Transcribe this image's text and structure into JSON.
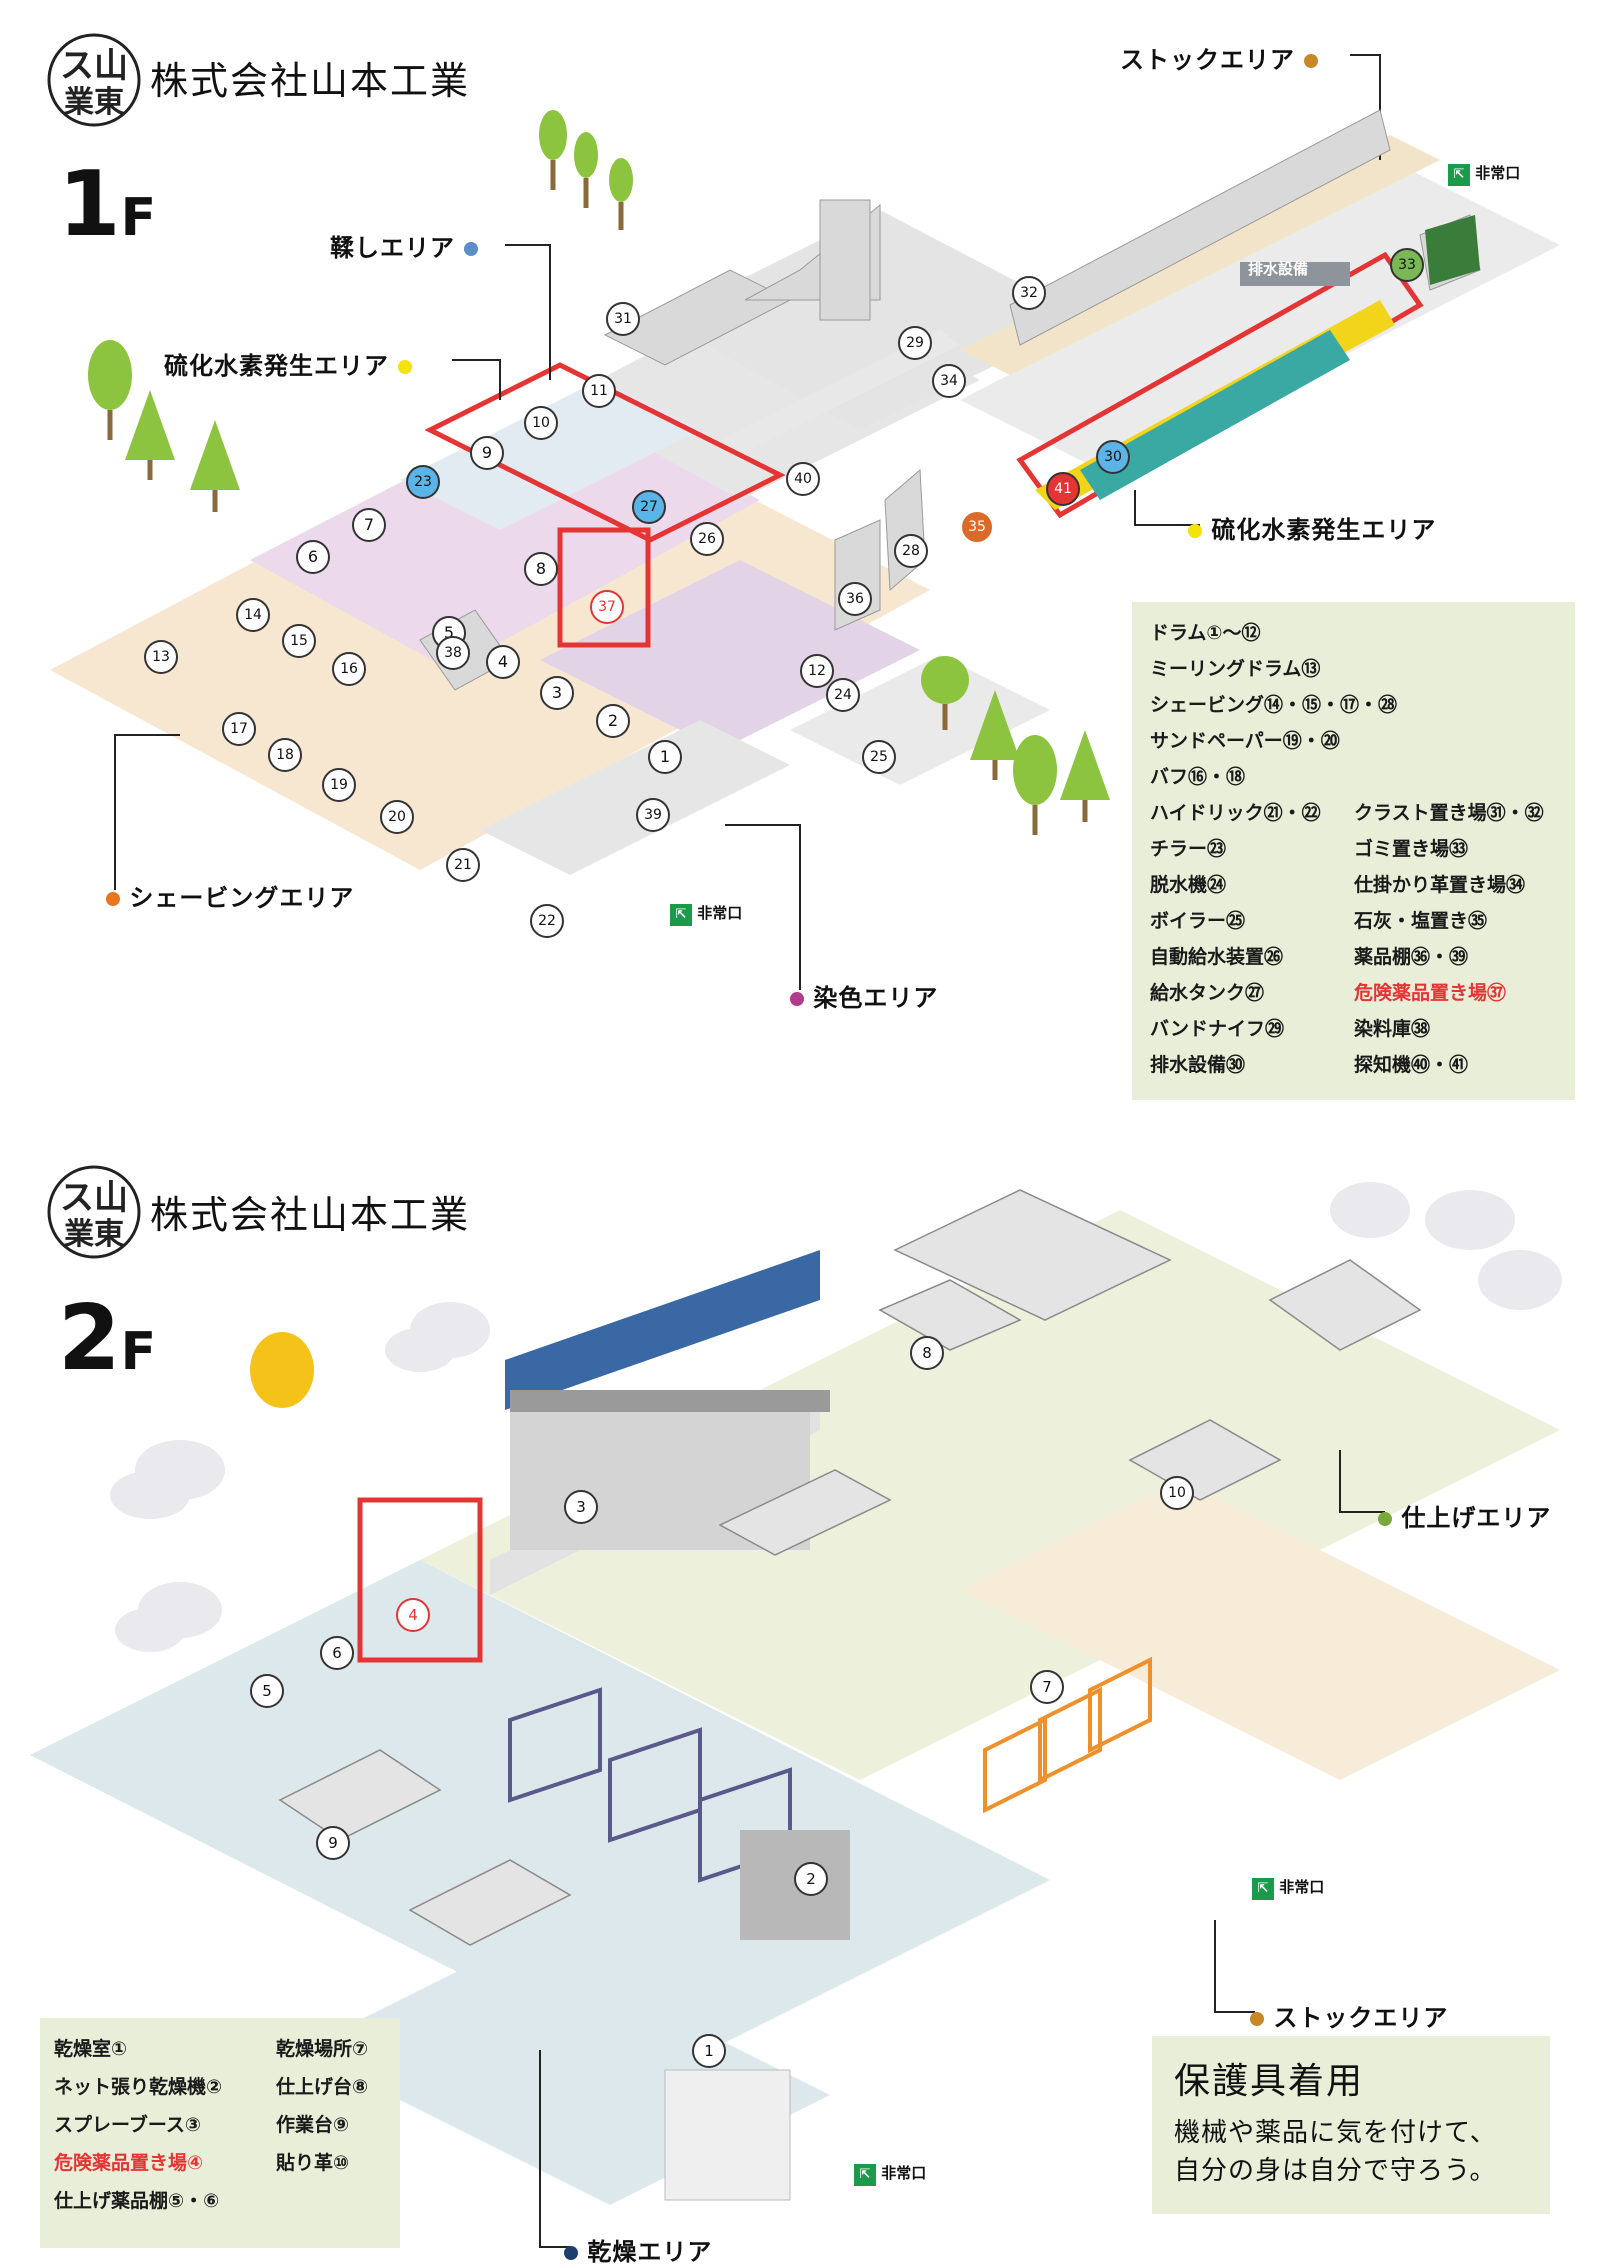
{
  "company": {
    "name": "株式会社山本工業",
    "logo_text": "ス山東業"
  },
  "floor1": {
    "number": "1",
    "suffix": "F",
    "areas": {
      "stock": "ストックエリア",
      "tenshi": "鞣しエリア",
      "h2s_top": "硫化水素発生エリア",
      "h2s_right": "硫化水素発生エリア",
      "shaving": "シェービングエリア",
      "dyeing": "染色エリア"
    },
    "signs": {
      "drain": "排水設備",
      "exit_a": "非常口",
      "exit_b": "非常口"
    },
    "legend": [
      "ドラム①〜⑫",
      "ミーリングドラム⑬",
      "シェービング⑭・⑮・⑰・㉘",
      "サンドペーパー⑲・⑳",
      "バフ⑯・⑱",
      "ハイドリック㉑・㉒",
      "チラー㉓",
      "脱水機㉔",
      "ボイラー㉕",
      "自動給水装置㉖",
      "給水タンク㉗",
      "バンドナイフ㉙",
      "排水設備㉚"
    ],
    "legend2": [
      "クラスト置き場㉛・㉜",
      "ゴミ置き場㉝",
      "仕掛かり革置き場㉞",
      "石灰・塩置き㉟",
      "薬品棚㊱・㊴",
      "危険薬品置き場㊲",
      "染料庫㊳",
      "探知機㊵・㊶"
    ],
    "numbers": [
      "1",
      "2",
      "3",
      "4",
      "5",
      "6",
      "7",
      "8",
      "9",
      "10",
      "11",
      "12",
      "13",
      "14",
      "15",
      "16",
      "17",
      "18",
      "19",
      "20",
      "21",
      "22",
      "23",
      "24",
      "25",
      "26",
      "27",
      "28",
      "29",
      "30",
      "31",
      "32",
      "33",
      "34",
      "35",
      "36",
      "37",
      "38",
      "39",
      "40",
      "41"
    ]
  },
  "floor2": {
    "number": "2",
    "suffix": "F",
    "areas": {
      "finishing": "仕上げエリア",
      "stock": "ストックエリア",
      "drying": "乾燥エリア"
    },
    "signs": {
      "exit_a": "非常口",
      "exit_b": "非常口"
    },
    "legend": [
      "乾燥室①",
      "ネット張り乾燥機②",
      "スプレーブース③",
      "危険薬品置き場④",
      "仕上げ薬品棚⑤・⑥"
    ],
    "legend2": [
      "乾燥場所⑦",
      "仕上げ台⑧",
      "作業台⑨",
      "貼り革⑩"
    ],
    "numbers": [
      "1",
      "2",
      "3",
      "4",
      "5",
      "6",
      "7",
      "8",
      "9",
      "10"
    ]
  },
  "safety": {
    "title": "保護具着用",
    "line1": "機械や薬品に気を付けて、",
    "line2": "自分の身は自分で守ろう。"
  },
  "colors": {
    "yellow": "#f5e20a",
    "brown_dot": "#c8882a",
    "blue_dot": "#5a8fc8",
    "orange_dot": "#e8761c",
    "magenta_dot": "#b03a8c",
    "green_dot": "#7aa83a",
    "navy_dot": "#1d3f6e",
    "danger_red": "#e53434",
    "legend_bg": "#e8eed8"
  }
}
